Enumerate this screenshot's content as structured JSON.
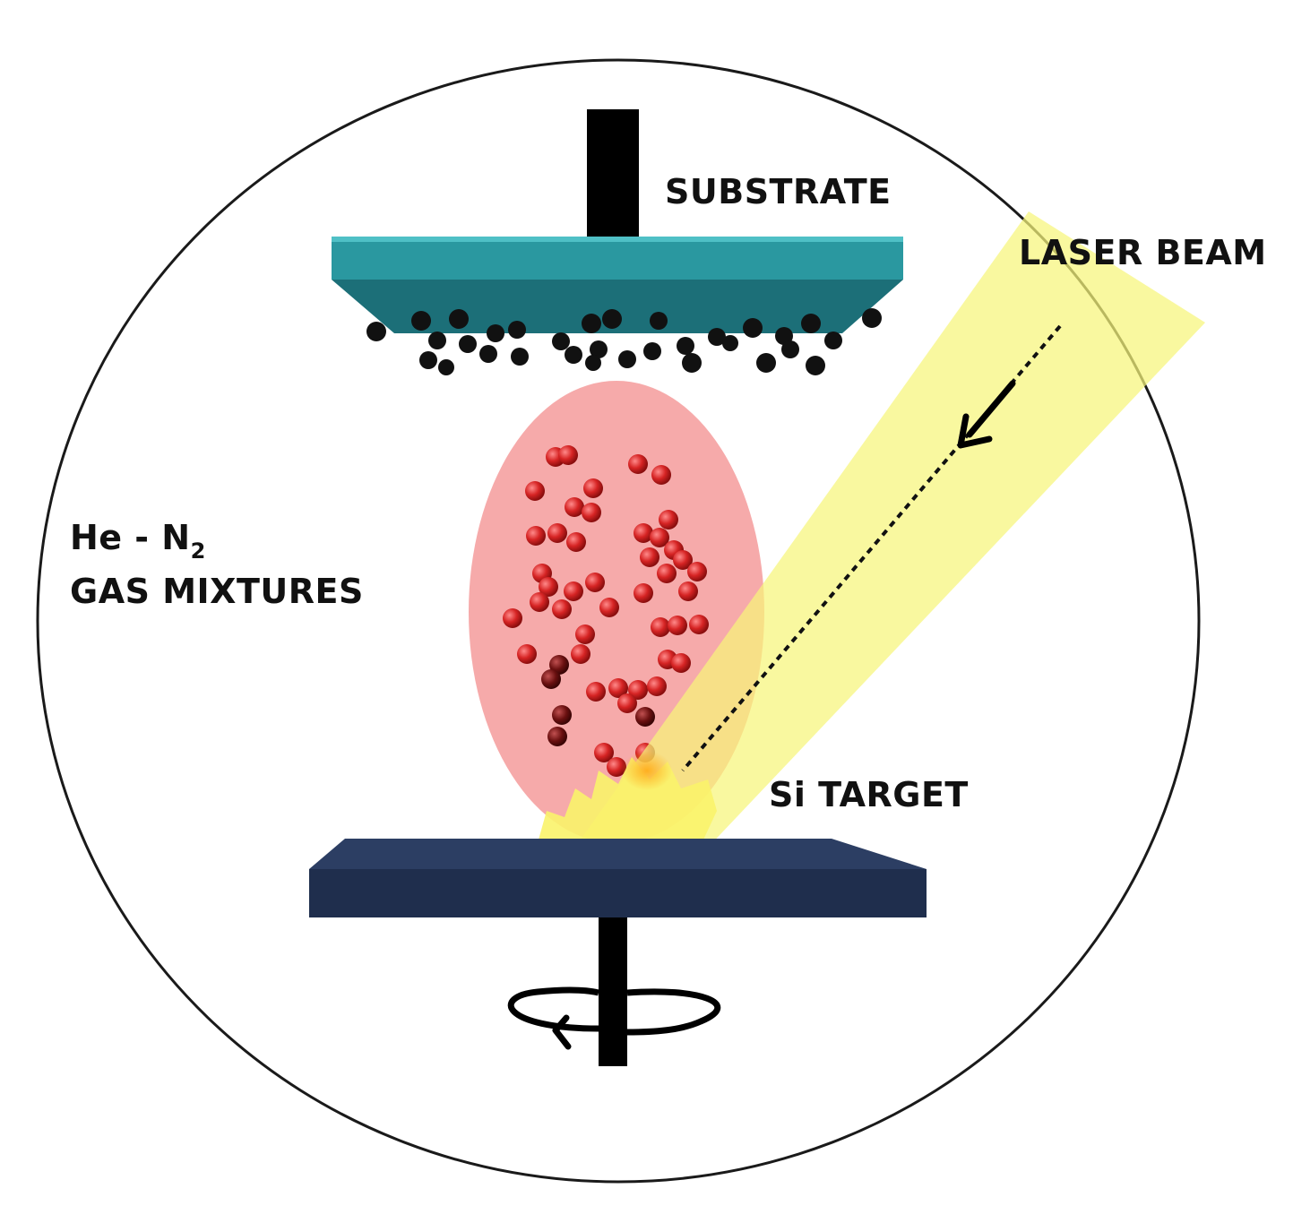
{
  "labels": {
    "substrate": "SUBSTRATE",
    "laser_beam": "LASER BEAM",
    "gas_line1_prefix": "He - N",
    "gas_line1_subscript": "2",
    "gas_line2": "GAS MIXTURES",
    "target": "Si TARGET"
  },
  "colors": {
    "chamber_outline": "#1a1a1a",
    "substrate_top": "#2a98a0",
    "substrate_side": "#1c6f78",
    "target_top": "#2c3e63",
    "target_side": "#1f2e4d",
    "plume": "#f5a3a3",
    "laser": "#f6f57a",
    "deposited_particles": "#111111",
    "plume_particles": "#d42020"
  }
}
